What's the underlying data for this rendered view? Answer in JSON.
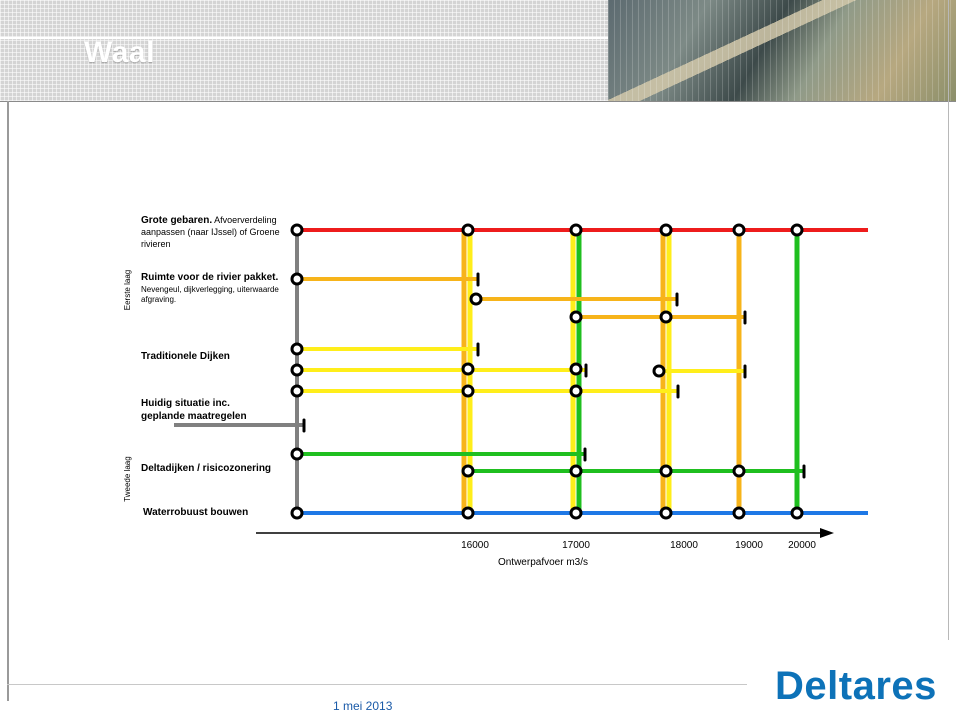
{
  "slide": {
    "title": "Waal",
    "date": "1 mei 2013",
    "logo": "Deltares"
  },
  "diagram": {
    "layer_labels": {
      "first": "Eerste laag",
      "second": "Tweede laag"
    },
    "rows": {
      "grote_bold": "Grote gebaren.",
      "grote_rest1": " Afvoerverdeling",
      "grote_line2": "aanpassen (naar IJssel) of Groene",
      "grote_line3": "rivieren",
      "ruimte_bold": "Ruimte voor de rivier pakket.",
      "ruimte_line2": "Nevengeul, dijkverlegging, uiterwaarde",
      "ruimte_line3": "afgraving.",
      "traditionele": "Traditionele Dijken",
      "huidig_line1": "Huidig situatie inc.",
      "huidig_line2": "geplande maatregelen",
      "deltadijken": "Deltadijken / risicozonering",
      "waterrobuust": "Waterrobuust bouwen"
    },
    "axis_ticks": [
      "16000",
      "17000",
      "18000",
      "19000",
      "20000"
    ],
    "axis_label": "Ontwerpafvoer m3/s",
    "colors": {
      "red": "#ee1c1c",
      "orange": "#f7b41a",
      "yellow": "#ffee1a",
      "green": "#1fbf1f",
      "blue": "#1e78e6",
      "gray": "#808080"
    }
  }
}
